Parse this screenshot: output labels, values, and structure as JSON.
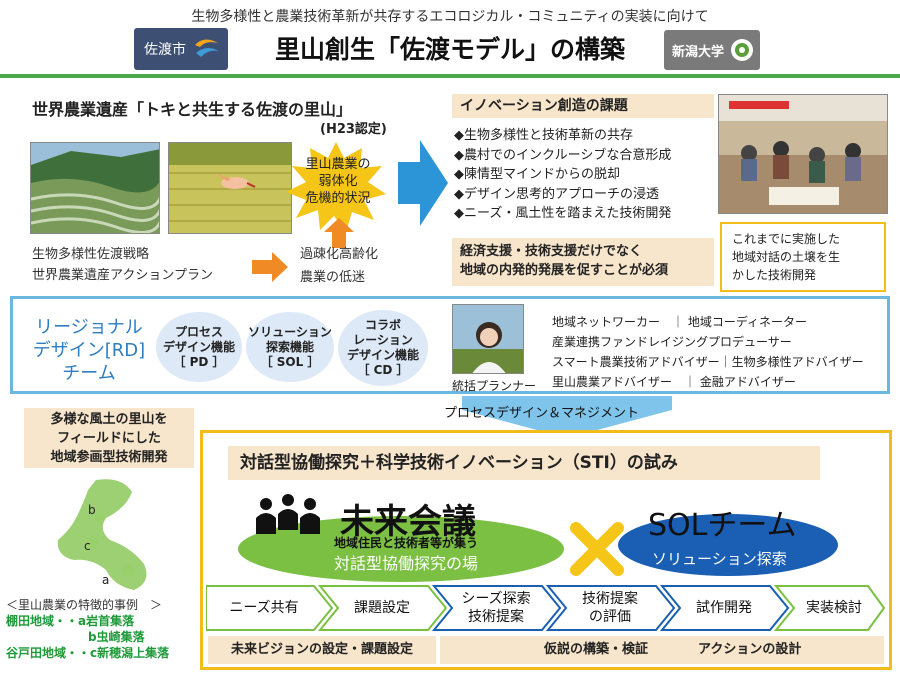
{
  "header": {
    "subtitle": "生物多様性と農業技術革新が共存するエコロジカル・コミュニティの実装に向けて",
    "title": "里山創生「佐渡モデル」の構築",
    "logo_sado": "佐渡市",
    "logo_niigata": "新潟大学",
    "rule_color": "#4aa84a"
  },
  "heritage": {
    "title": "世界農業遺産「トキと共生する佐渡の里山」",
    "certified": "(H23認定)",
    "strategy_line1": "生物多様性佐渡戦略",
    "strategy_line2": "世界農業遺産アクションプラン",
    "decline_line1": "過疎化高齢化",
    "decline_line2": "農業の低迷",
    "crisis_lines": [
      "里山農業の",
      "弱体化",
      "危機的状況"
    ]
  },
  "innovation": {
    "head": "イノベーション創造の課題",
    "items": [
      "◆生物多様性と技術革新の共存",
      "◆農村でのインクルーシブな合意形成",
      "◆陳情型マインドからの脱却",
      "◆デザイン思考的アプローチの浸透",
      "◆ニーズ・風土性を踏まえた技術開発"
    ],
    "note_line1": "経済支援・技術支援だけでなく",
    "note_line2": "地域の内発的発展を促すことが必須",
    "dialog_lines": [
      "これまでに実施した",
      "地域対話の土壌を生",
      "かした技術開発"
    ]
  },
  "team": {
    "title_lines": [
      "リージョナル",
      "デザイン[RD]",
      "チーム"
    ],
    "functions": [
      {
        "lines": [
          "プロセス",
          "デザイン機能",
          "［ PD ］"
        ]
      },
      {
        "lines": [
          "ソリューション",
          "探索機能",
          "［ SOL ］"
        ]
      },
      {
        "lines": [
          "コラボ",
          "レーション",
          "デザイン機能",
          "［ CD ］"
        ]
      }
    ],
    "planner_caption": "統括プランナー",
    "roles": [
      "地域ネットワーカー　｜ 地域コーディネーター",
      "産業連携ファンドレイジングプロデューサー",
      "スマート農業技術アドバイザー｜生物多様性アドバイザー",
      "里山農業アドバイザー　｜ 金融アドバイザー"
    ],
    "process_label": "プロセスデザイン＆マネジメント"
  },
  "local": {
    "title_lines": [
      "多様な風土の里山を",
      "フィールドにした",
      "地域参画型技術開発"
    ],
    "map_labels": [
      "b",
      "c",
      "a"
    ],
    "cases_head": "＜里山農業の特徴的事例　＞",
    "cases": [
      "棚田地域・・a岩首集落",
      "b虫崎集落",
      "谷戸田地域・・c新穂潟上集落"
    ]
  },
  "sti": {
    "head": "対話型協働探究＋科学技術イノベーション（STI）の試み",
    "meeting_title": "未来会議",
    "meeting_sub": "地域住民と技術者等が集う",
    "meeting_place": "対話型協働探究の場",
    "sol_title": "SOLチーム",
    "sol_sub": "ソリューション探索",
    "steps": [
      {
        "lines": [
          "ニーズ共有"
        ],
        "border": "#7bc043"
      },
      {
        "lines": [
          "課題設定"
        ],
        "border": "#7bc043"
      },
      {
        "lines": [
          "シーズ探索",
          "技術提案"
        ],
        "border": "#1a5fb4"
      },
      {
        "lines": [
          "技術提案",
          "の評価"
        ],
        "border": "#1a5fb4"
      },
      {
        "lines": [
          "試作開発"
        ],
        "border": "#1a5fb4"
      },
      {
        "lines": [
          "実装検討"
        ],
        "border": "#7bc043"
      }
    ],
    "footer_left": "未来ビジョンの設定・課題設定",
    "footer_mid": "仮説の構築・検証",
    "footer_right": "アクションの設計"
  },
  "colors": {
    "beige": "#f8e6cc",
    "yellow_border": "#f2bc1b",
    "blue_border": "#6ab7e0",
    "green": "#7bc043",
    "blue": "#1a5fb4",
    "orange_arrow": "#f08a24",
    "process_arrow": "#7fc4ea"
  }
}
